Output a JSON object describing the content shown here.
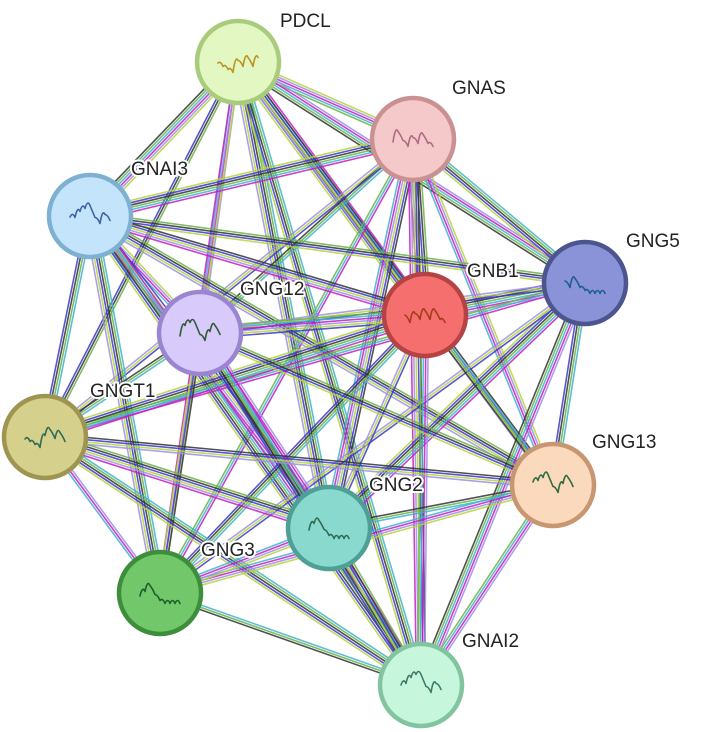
{
  "edge_colors": [
    "#333333",
    "#c41fc4",
    "#3a3acd",
    "#3fb3ce",
    "#b6d33a",
    "#6ab34a",
    "#9d8fe8"
  ],
  "nodes": [
    {
      "id": "PDCL",
      "label": "PDCL",
      "fill": "#e3f7c2",
      "ring": "#a9cc7c",
      "glyph": "#b8941f"
    },
    {
      "id": "GNAS",
      "label": "GNAS",
      "fill": "#f5c9c9",
      "ring": "#c99191",
      "glyph": "#b06a86"
    },
    {
      "id": "GNAI3",
      "label": "GNAI3",
      "fill": "#c4e4fb",
      "ring": "#7eb0d2",
      "glyph": "#3a63a8"
    },
    {
      "id": "GNG5",
      "label": "GNG5",
      "fill": "#8b93d8",
      "ring": "#4d558f",
      "glyph": "#1b5f8c"
    },
    {
      "id": "GNB1",
      "label": "GNB1",
      "fill": "#f66f6f",
      "ring": "#b54343",
      "glyph": "#a33d1a"
    },
    {
      "id": "GNG12",
      "label": "GNG12",
      "fill": "#d8cbfb",
      "ring": "#9a85d0",
      "glyph": "#2e5a3a"
    },
    {
      "id": "GNGT1",
      "label": "GNGT1",
      "fill": "#d6d08d",
      "ring": "#9e9550",
      "glyph": "#2f6b55"
    },
    {
      "id": "GNG13",
      "label": "GNG13",
      "fill": "#fad9bd",
      "ring": "#c89670",
      "glyph": "#2f6b40"
    },
    {
      "id": "GNG2",
      "label": "GNG2",
      "fill": "#8ad9cf",
      "ring": "#4e9f95",
      "glyph": "#2f6b55"
    },
    {
      "id": "GNG3",
      "label": "GNG3",
      "fill": "#72c76a",
      "ring": "#3e8d3a",
      "glyph": "#1f5d2a"
    },
    {
      "id": "GNAI2",
      "label": "GNAI2",
      "fill": "#c6f7dc",
      "ring": "#82c49f",
      "glyph": "#3d7a6a"
    }
  ]
}
